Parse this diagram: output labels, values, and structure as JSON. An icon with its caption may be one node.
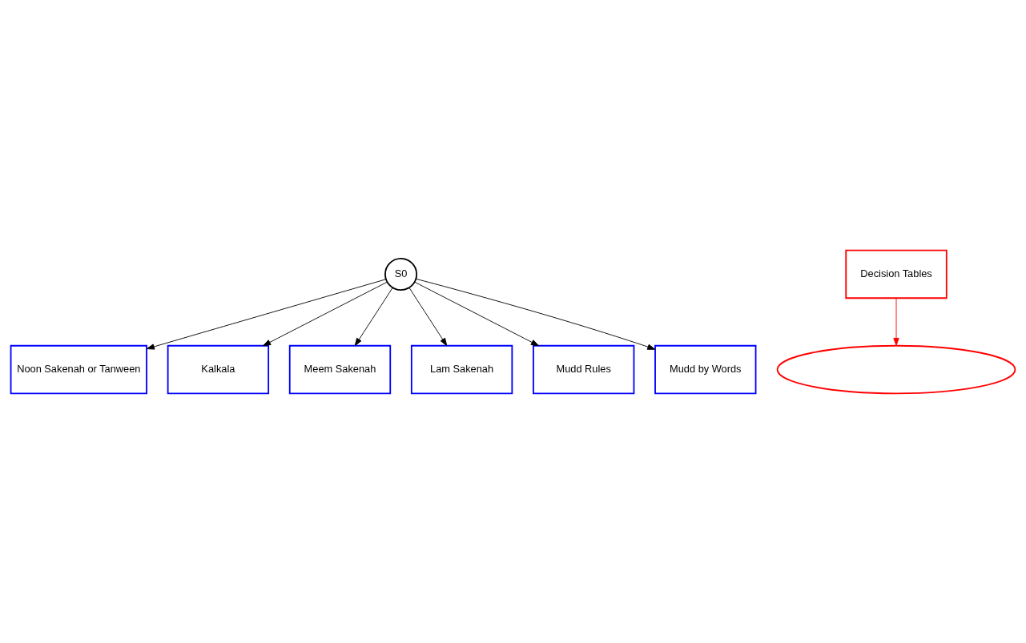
{
  "diagram": {
    "nodes": [
      {
        "text": [
          "S0"
        ]
      },
      {
        "text": [
          "Decision Tables"
        ]
      },
      {
        "text": [],
        "shape": "ellipse"
      },
      {
        "text": [
          "Noon Sakenah or Tanween"
        ]
      },
      {
        "text": [
          "Kalkala"
        ]
      },
      {
        "text": [
          "Meem Sakenah"
        ]
      },
      {
        "text": [
          "Lam Sakenah"
        ]
      },
      {
        "text": [
          "Mudd Rules"
        ]
      },
      {
        "text": [
          "Mudd by Words"
        ]
      }
    ],
    "edges": [
      {
        "from": 0,
        "to": 3,
        "arrow": "to"
      },
      {
        "from": 0,
        "to": 4,
        "arrow": "to"
      },
      {
        "from": 0,
        "to": 5,
        "arrow": "to"
      },
      {
        "from": 0,
        "to": 6,
        "arrow": "to"
      },
      {
        "from": 0,
        "to": 7,
        "arrow": "to"
      },
      {
        "from": 0,
        "to": 8,
        "arrow": "to"
      },
      {
        "from": 1,
        "to": 2,
        "arrow": "to",
        "color": "#ff0000"
      }
    ]
  }
}
